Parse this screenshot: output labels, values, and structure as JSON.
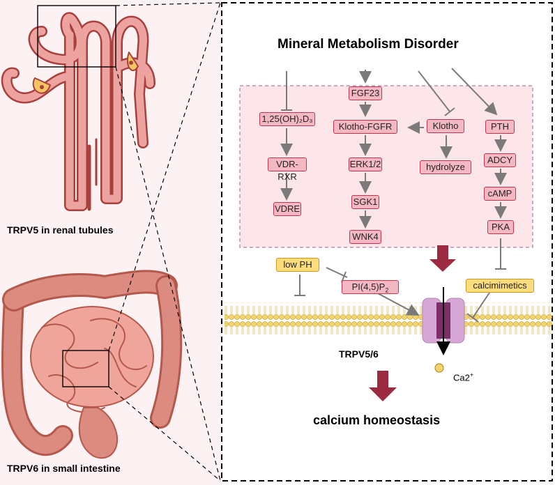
{
  "left_labels": {
    "kidney": "TRPV5 in renal tubules",
    "intestine": "TRPV6 in small intestine"
  },
  "title": "Mineral Metabolism Disorder",
  "nodes": {
    "vitd": "1,25(OH)₂D₃",
    "vdr_rxr": "VDR-RXR",
    "vdre": "VDRE",
    "fgf23": "FGF23",
    "klotho_fgfr": "Klotho-FGFR",
    "erk": "ERK1/2",
    "sgk1": "SGK1",
    "wnk4": "WNK4",
    "klotho": "Klotho",
    "hydrolyze": "hydrolyze",
    "pth": "PTH",
    "adcy": "ADCY",
    "camp": "cAMP",
    "pka": "PKA",
    "low_ph": "low PH",
    "pip2_base": "PI(4,5)P",
    "pip2_sub": "2",
    "calcimimetics": "calcimimetics"
  },
  "channel_label": "TRPV5/6",
  "ion_label": "Ca2",
  "ion_sup": "+",
  "outcome": "calcium homeostasis",
  "colors": {
    "pink_box": "#f4b8c3",
    "pink_border": "#c0344f",
    "yellow_box": "#fbdd7e",
    "yellow_border": "#d0961e",
    "membrane": "#f1d36a",
    "arrow_red": "#9c2a41",
    "arrow_gray": "#7a7a7a",
    "tissue": "#e8968c",
    "tissue_dark": "#a8403d",
    "region_bg": "#fce6ea",
    "region_border": "#9c5c8f"
  }
}
